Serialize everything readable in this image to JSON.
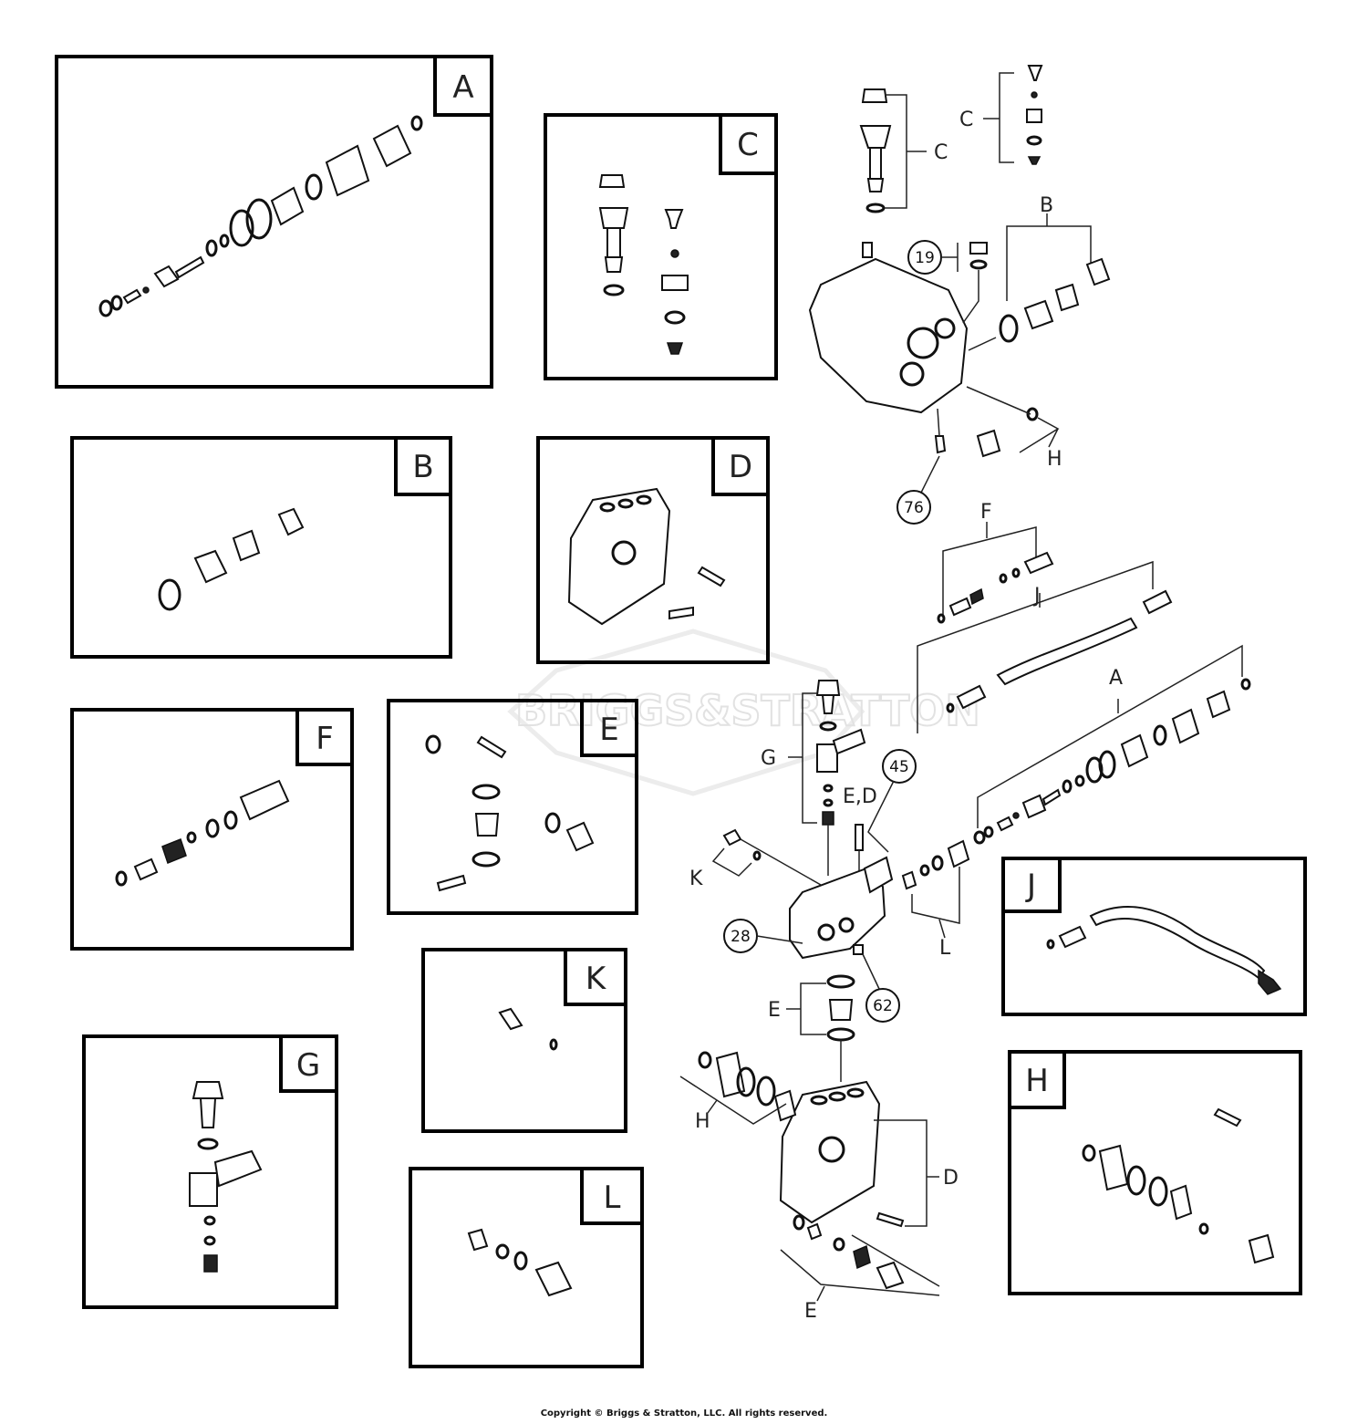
{
  "kits": {
    "A": "A",
    "B": "B",
    "C": "C",
    "D": "D",
    "E": "E",
    "F": "F",
    "G": "G",
    "H": "H",
    "J": "J",
    "K": "K",
    "L": "L"
  },
  "labels": {
    "c1": "C",
    "c2": "C",
    "b": "B",
    "h1": "H",
    "f": "F",
    "j": "J",
    "a": "A",
    "g": "G",
    "ed": "E,D",
    "k": "K",
    "l": "L",
    "e1": "E",
    "h2": "H",
    "d": "D",
    "e2": "E"
  },
  "callouts": {
    "c19": "19",
    "c76": "76",
    "c45": "45",
    "c28": "28",
    "c62": "62"
  },
  "watermark": "BRIGGS&STRATTON",
  "copyright": "Copyright © Briggs & Stratton, LLC. All rights reserved."
}
